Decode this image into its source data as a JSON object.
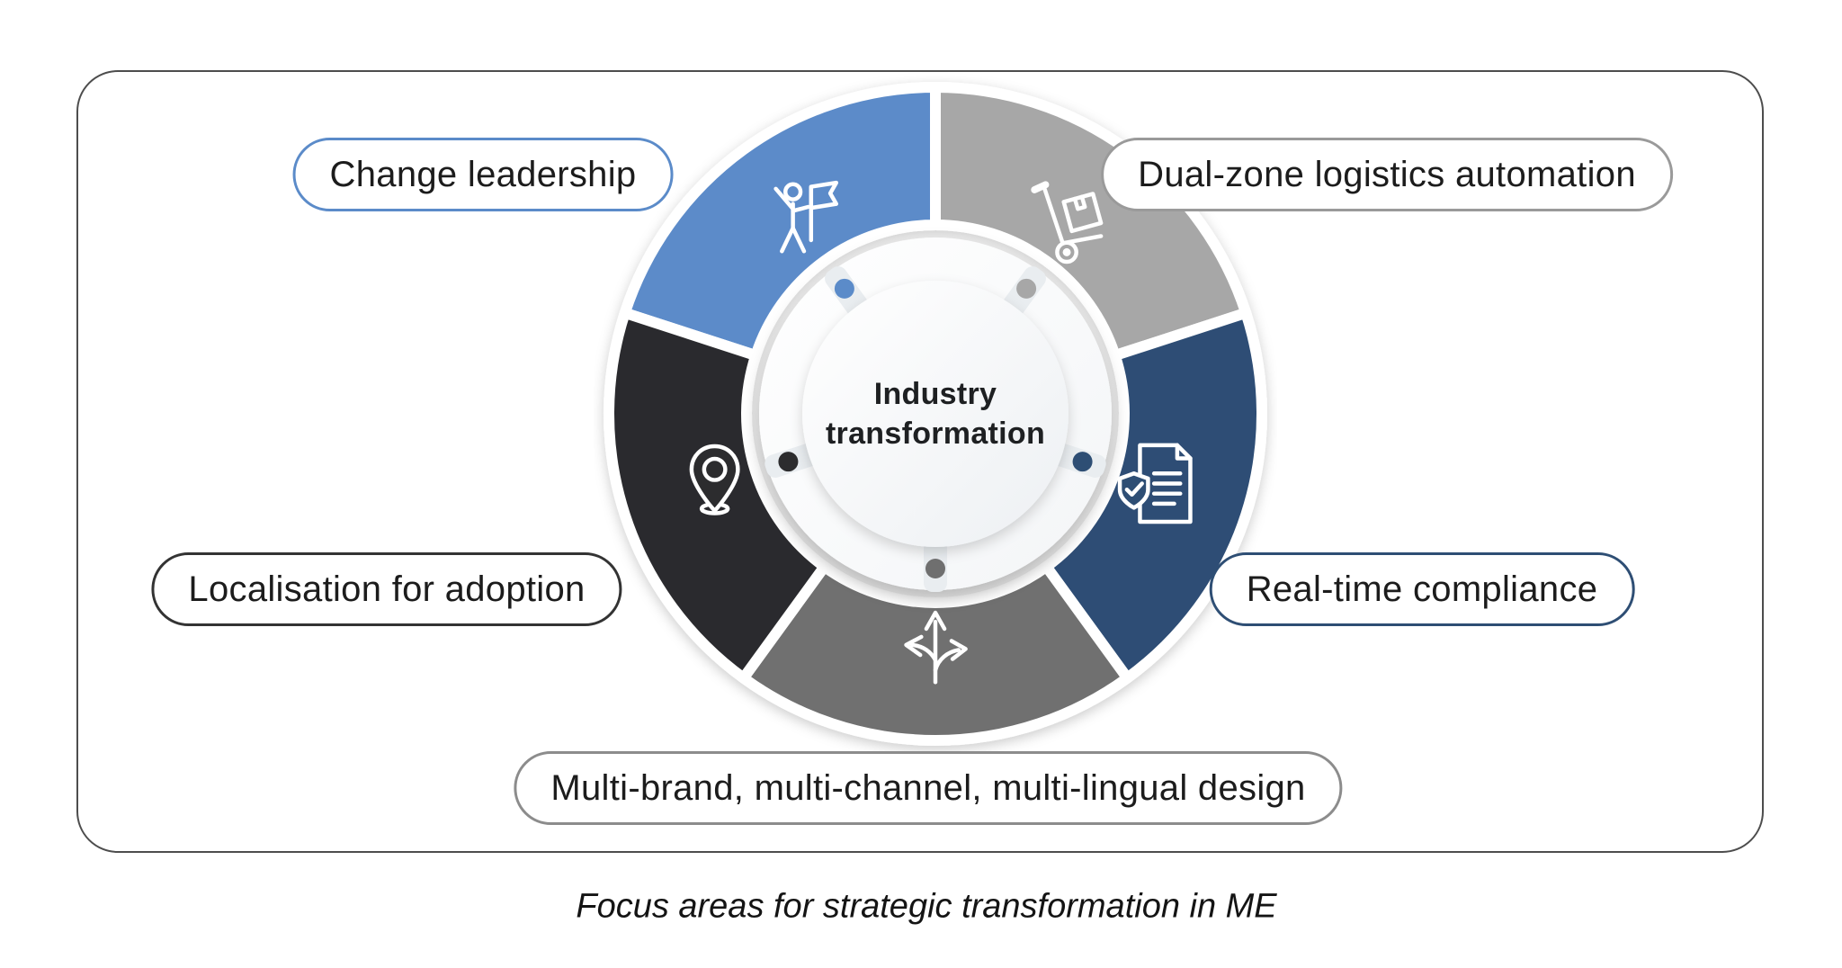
{
  "diagram": {
    "center": {
      "line1": "Industry",
      "line2": "transformation"
    },
    "caption": "Focus areas for strategic transformation in ME",
    "segments": [
      {
        "id": "change-leadership",
        "label": "Change leadership",
        "color": "#5b8bc9",
        "pill_border": "#5b8bc9",
        "icon": "flag-bearer-icon",
        "start_deg": 198,
        "end_deg": 270
      },
      {
        "id": "dual-zone-logistics",
        "label": "Dual-zone logistics automation",
        "color": "#a7a7a7",
        "pill_border": "#9a9a9a",
        "icon": "hand-truck-icon",
        "start_deg": -90,
        "end_deg": -18
      },
      {
        "id": "real-time-compliance",
        "label": "Real-time compliance",
        "color": "#2e4e74",
        "pill_border": "#2e4e74",
        "icon": "compliance-doc-icon",
        "start_deg": -18,
        "end_deg": 54
      },
      {
        "id": "multi-design",
        "label": "Multi-brand, multi-channel, multi-lingual design",
        "color": "#6f6f6f",
        "pill_border": "#8c8c8c",
        "icon": "branch-arrows-icon",
        "start_deg": 54,
        "end_deg": 126
      },
      {
        "id": "localisation-adoption",
        "label": "Localisation for adoption",
        "color": "#2c2c2e",
        "pill_border": "#333333",
        "icon": "location-pin-icon",
        "start_deg": 126,
        "end_deg": 198
      }
    ]
  }
}
